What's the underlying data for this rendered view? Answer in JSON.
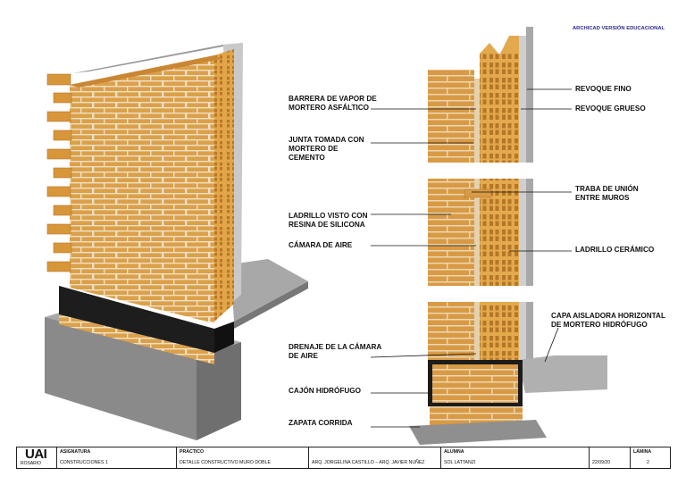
{
  "header": {
    "edu_note": "ARCHICAD VERSIÓN EDUCACIONAL"
  },
  "labels_left": [
    {
      "id": "barrera",
      "text": "BARRERA DE VAPOR DE\nMORTERO ASFÁLTICO"
    },
    {
      "id": "junta",
      "text": "JUNTA TOMADA CON\nMORTERO DE\nCEMENTO"
    },
    {
      "id": "ladrillo-visto",
      "text": "LADRILLO VISTO CON\nRESINA DE SILICONA"
    },
    {
      "id": "camara",
      "text": "CÁMARA DE AIRE"
    },
    {
      "id": "drenaje",
      "text": "DRENAJE DE LA CÁMARA\nDE AIRE"
    },
    {
      "id": "cajon",
      "text": "CAJÓN HIDRÓFUGO"
    },
    {
      "id": "zapata",
      "text": "ZAPATA CORRIDA"
    }
  ],
  "labels_right": [
    {
      "id": "revoque-fino",
      "text": "REVOQUE FINO"
    },
    {
      "id": "revoque-grueso",
      "text": "REVOQUE GRUESO"
    },
    {
      "id": "traba",
      "text": "TRABA DE UNIÓN\nENTRE MUROS"
    },
    {
      "id": "ladrillo-ceramico",
      "text": "LADRILLO CERÁMICO"
    },
    {
      "id": "capa-aisladora",
      "text": "CAPA AISLADORA HORIZONTAL\nDE MORTERO HIDRÓFUGO"
    }
  ],
  "title_block": {
    "logo": "UAI",
    "logo_sub": "ROSARIO",
    "asignatura_h": "ASIGNATURA",
    "asignatura_v": "CONSTRUCCIONES 1",
    "practico_h": "PRÁCTICO",
    "practico_v": "DETALLE CONSTRUCTIVO MURO DOBLE",
    "docentes_v": "ARQ. JORGELINA CASTILLO – ARQ. JAVIER NUÑEZ",
    "alumna_h": "ALUMNA",
    "alumna_v": "SOL LATTANZI",
    "fecha_v": "22/09/20",
    "lamina_h": "LÁMINA",
    "lamina_v": "2"
  },
  "colors": {
    "brick": "#d8963a",
    "brick_dark": "#b4732a",
    "mortar": "#e9dcc4",
    "concrete": "#8f8f8f",
    "waterproof": "#1c1c1c",
    "edu_note": "#2b2d8a"
  }
}
